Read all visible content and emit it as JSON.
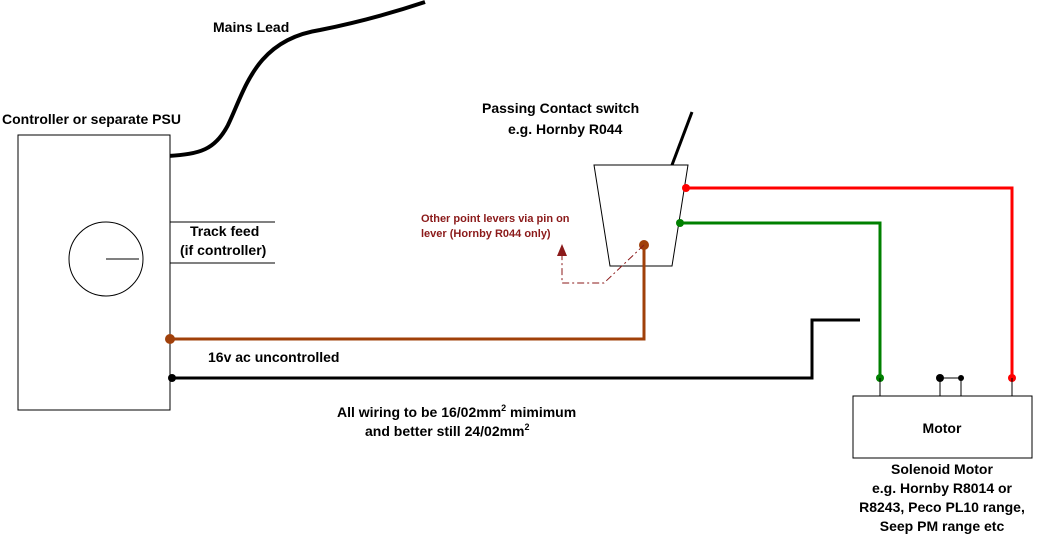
{
  "colors": {
    "red_wire": "#ff0000",
    "green_wire": "#008000",
    "brown_wire": "#a0400a",
    "black_wire": "#000000",
    "note_text": "#8b1a1a"
  },
  "labels": {
    "mains_lead": "Mains Lead",
    "controller": "Controller or separate PSU",
    "track_feed_1": "Track feed",
    "track_feed_2": "(if controller)",
    "switch_1": "Passing Contact switch",
    "switch_2": "e.g. Hornby R044",
    "note_1": "Other point levers via pin on",
    "note_2": "lever (Hornby R044 only)",
    "uncontrolled": "16v ac uncontrolled",
    "wiring_1a": "All wiring to be 16/02mm",
    "wiring_1sup": "2",
    "wiring_1b": " mimimum",
    "wiring_2a": "and better still 24/02mm",
    "wiring_2sup": "2",
    "motor": "Motor",
    "solenoid_1": "Solenoid Motor",
    "solenoid_2": "e.g. Hornby R8014 or",
    "solenoid_3": "R8243, Peco PL10 range,",
    "solenoid_4": "Seep PM range etc"
  }
}
